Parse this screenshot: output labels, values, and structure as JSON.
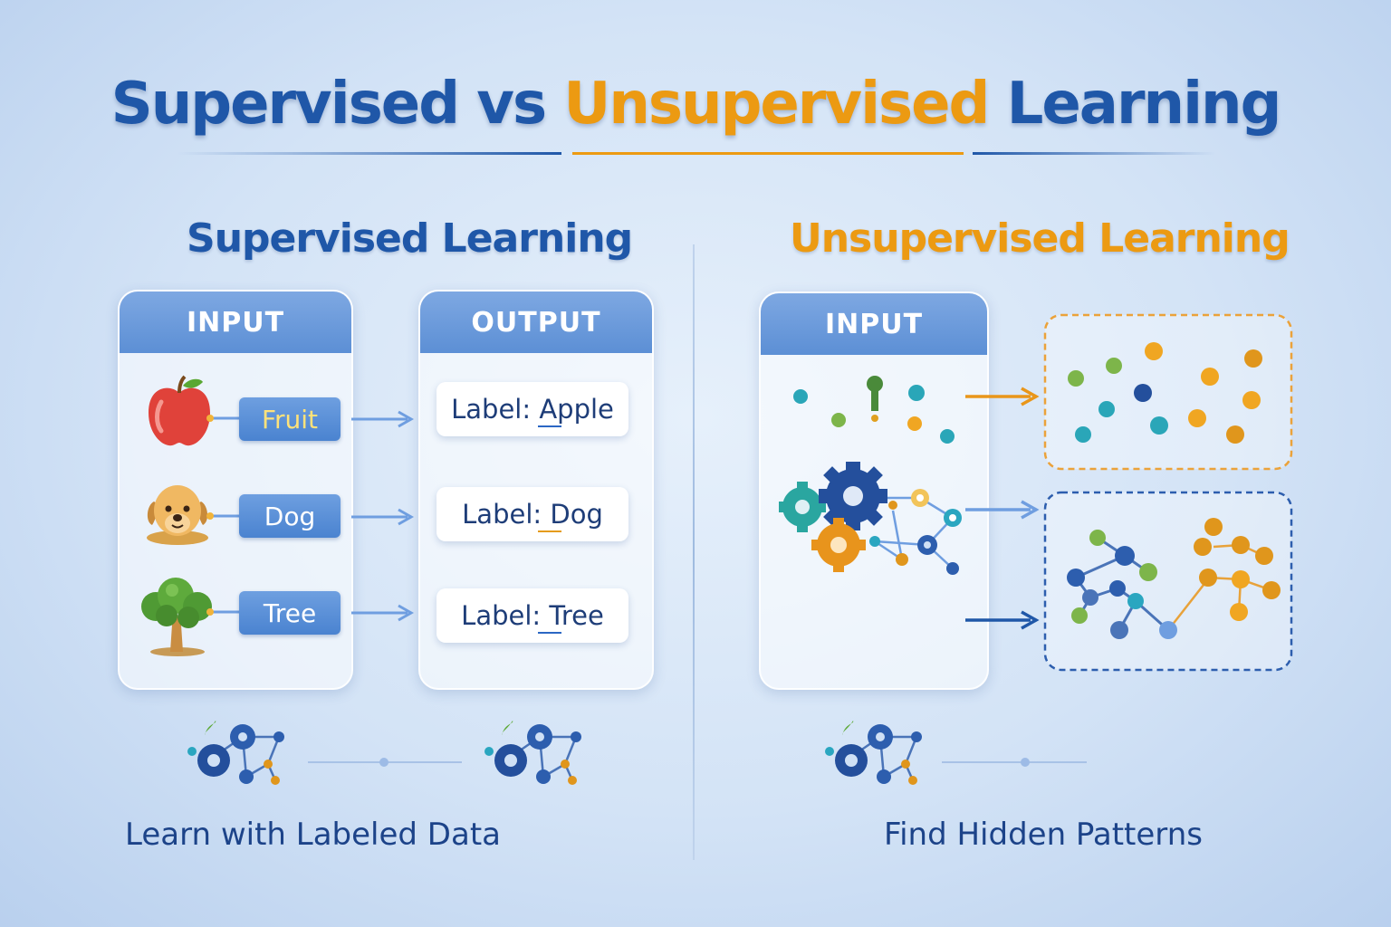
{
  "title": {
    "part1": "Supervised",
    "part2": "vs",
    "part3": "Unsupervised",
    "part4": "Learning"
  },
  "supervised": {
    "heading": "Supervised Learning",
    "input_header": "INPUT",
    "output_header": "OUTPUT",
    "rows": [
      {
        "icon": "apple-icon",
        "tag": "Fruit",
        "label": "Label: Apple"
      },
      {
        "icon": "dog-icon",
        "tag": "Dog",
        "label": "Label: Dog"
      },
      {
        "icon": "tree-icon",
        "tag": "Tree",
        "label": "Label: Tree"
      }
    ],
    "caption": "Learn with Labeled Data"
  },
  "unsupervised": {
    "heading": "Unsupervised Learning",
    "input_header": "INPUT",
    "caption": "Find Hidden Patterns"
  },
  "colors": {
    "blue": "#1f57a8",
    "orange": "#ec9a12",
    "header": "#5c8fd5"
  }
}
